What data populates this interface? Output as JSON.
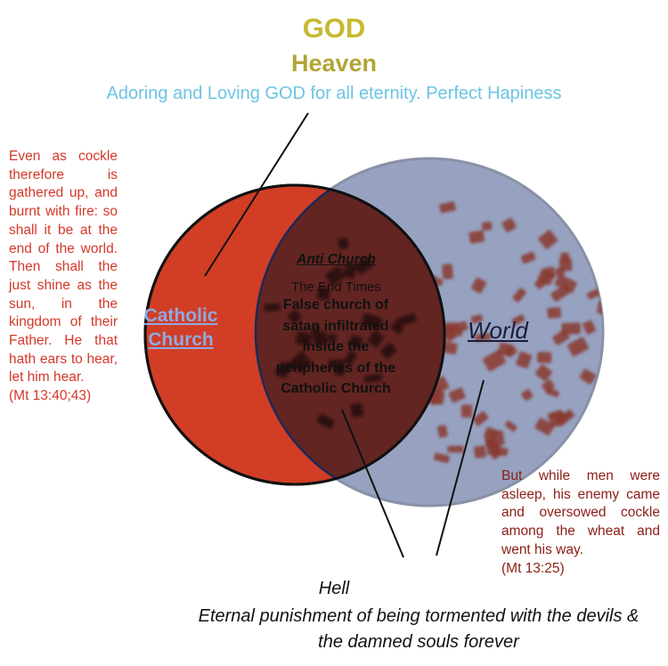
{
  "header": {
    "god": "GOD",
    "heaven": "Heaven",
    "heaven_description": "Adoring and Loving GOD for all eternity. Perfect Hapiness"
  },
  "left_quote": {
    "text": "Even as cockle therefore is gathered up, and burnt with fire: so shall it be at the end of the world. Then shall the just shine as the sun, in the kingdom of their Father. He that hath ears to hear, let him hear.",
    "citation": "(Mt 13:40;43)"
  },
  "right_quote": {
    "text": "But while men were asleep, his enemy came and oversowed cockle among the wheat and went his way.",
    "citation": "(Mt 13:25)"
  },
  "circles": {
    "catholic_church": {
      "line1": "Catholic",
      "line2": "Church",
      "color": "#d13e25"
    },
    "world": {
      "label": "World",
      "color": "#96a2c0"
    },
    "overlap_color": "#622522"
  },
  "overlap": {
    "anti_church": "Anti Church",
    "end_times": "The End Times",
    "false_church_lines": [
      "False church of",
      "satan infiltrated",
      "inside the",
      "peripheries of the",
      "Catholic Church"
    ]
  },
  "hell": {
    "title": "Hell",
    "description": "Eternal punishment of being tormented with the devils & the damned souls forever"
  }
}
